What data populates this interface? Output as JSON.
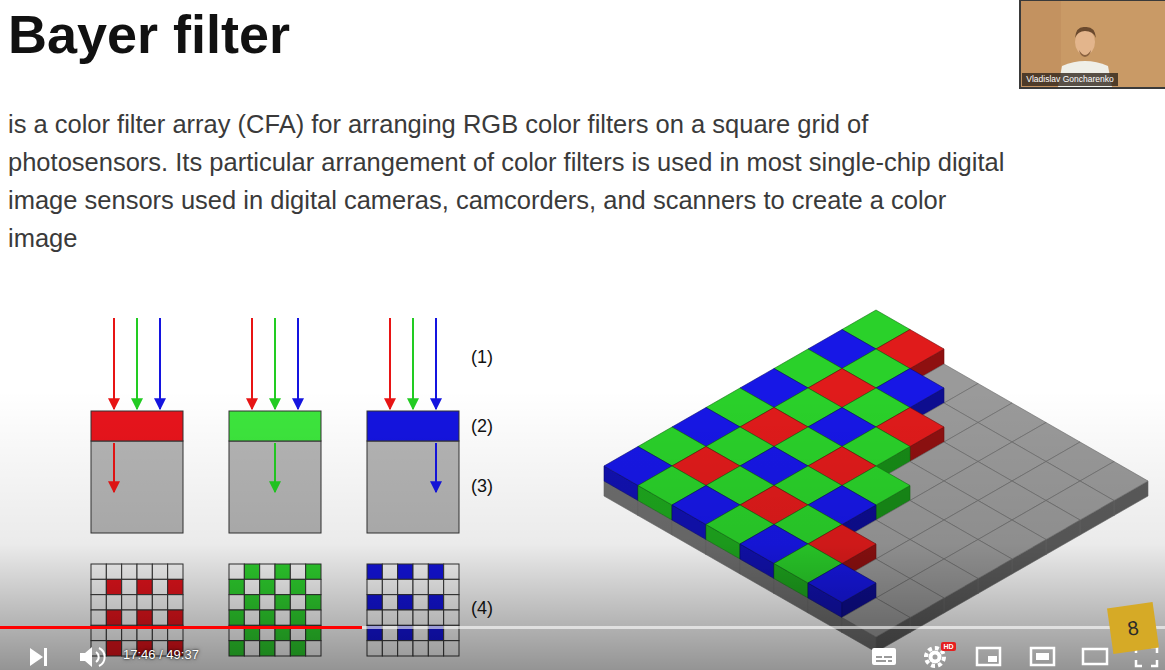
{
  "diagram": {
    "title": "Bayer filter",
    "nodes": [
      {
        "text": [
          "Vladislav Goncharenko"
        ]
      },
      {
        "text": [
          "HD"
        ]
      },
      {
        "text": [
          "8"
        ]
      }
    ],
    "labels": [
      "is a color filter array (CFA) for arranging RGB color filters on a square grid of photosensors. Its particular arrangement of color filters is used in most single-chip digital image sensors used in digital cameras, camcorders, and scanners to create a color image",
      "(1)",
      "(2)",
      "(3)",
      "(4)",
      "17:46 / 49:37"
    ]
  }
}
